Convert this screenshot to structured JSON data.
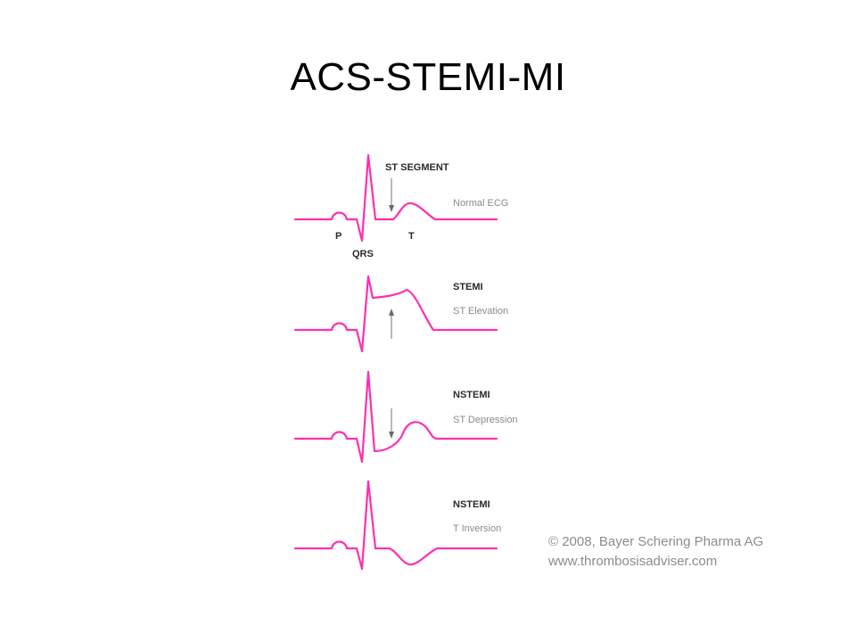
{
  "slide": {
    "title": "ACS-STEMI-MI"
  },
  "trace_color": "#ff2fb0",
  "panels": {
    "normal": {
      "title": "Normal ECG",
      "segment_label": "ST SEGMENT",
      "p_label": "P",
      "t_label": "T",
      "qrs_label": "QRS"
    },
    "stemi": {
      "title": "STEMI",
      "subtitle": "ST Elevation"
    },
    "nstemi_st": {
      "title": "NSTEMI",
      "subtitle": "ST Depression"
    },
    "nstemi_t": {
      "title": "NSTEMI",
      "subtitle": "T Inversion"
    }
  },
  "copyright": {
    "line1": "© 2008, Bayer Schering Pharma AG",
    "line2": "www.thrombosisadviser.com"
  }
}
